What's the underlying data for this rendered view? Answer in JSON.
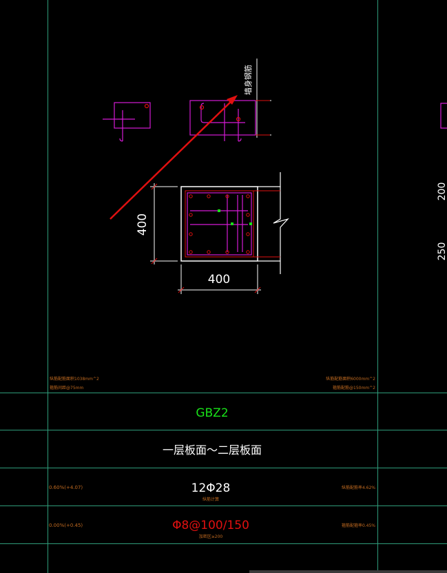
{
  "drawing": {
    "dim_width": "400",
    "dim_height": "400",
    "callout_text": "墙身钢筋",
    "right_partial_dim_1": "200",
    "right_partial_dim_2": "250"
  },
  "table": {
    "notes_left_1": "纵筋配筋面积1038mm^2",
    "notes_left_2": "箍筋间距@75mm",
    "notes_right_1": "纵筋配筋面积6000mm^2",
    "notes_right_2": "箍筋配筋@150mm^2",
    "name": "GBZ2",
    "elevation": "一层板面～二层板面",
    "rebar_main": "12Φ28",
    "rebar_main_sub": "纵筋计算",
    "rebar_main_left": "0.60%(+4.07)",
    "rebar_main_right": "纵筋配筋率4.62%",
    "stirrup": "Φ8@100/150",
    "stirrup_sub": "加密区≥200",
    "stirrup_left": "0.00%(+0.45)",
    "stirrup_right": "箍筋配箍率0.45%"
  },
  "colors": {
    "grid": "#2f9c7a",
    "magenta": "#d51ad5",
    "red": "#e01010",
    "white": "#ffffff",
    "green": "#19e019",
    "orange": "#c06a20"
  }
}
